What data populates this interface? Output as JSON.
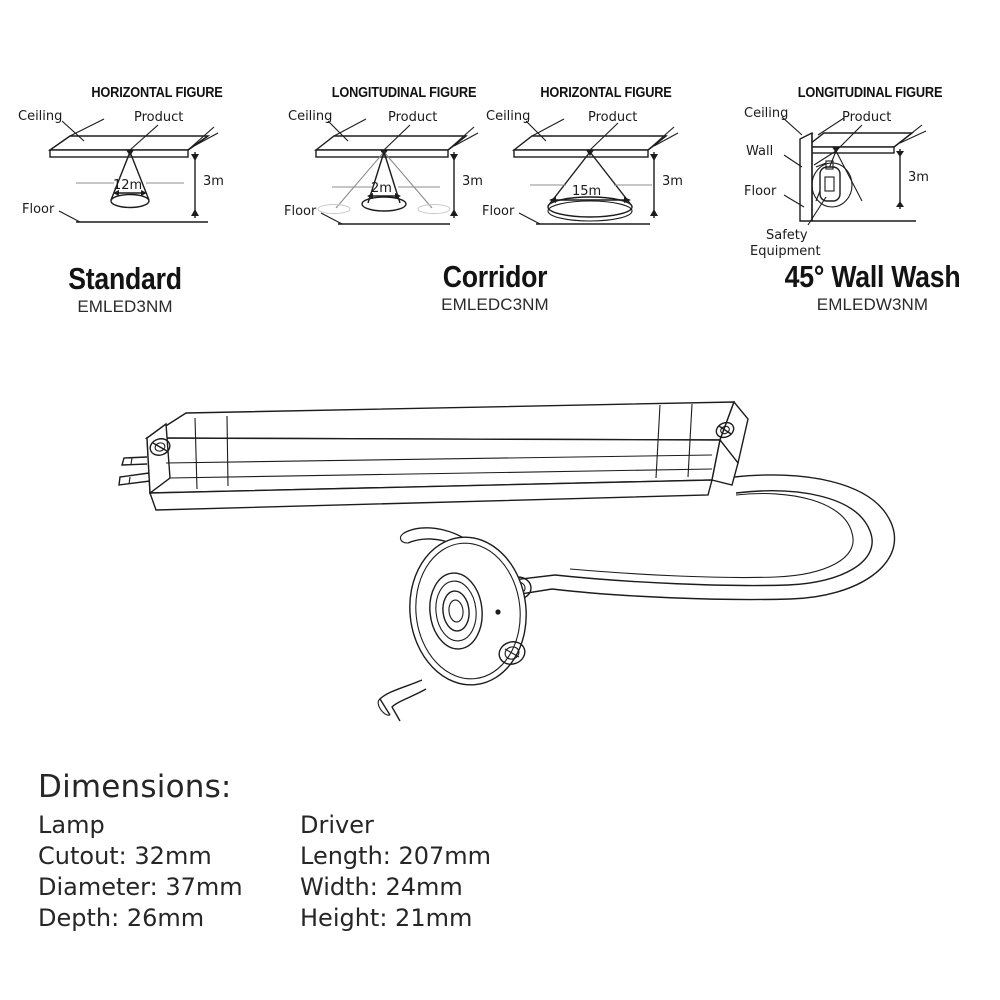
{
  "background_color": "#ffffff",
  "line_color": "#1c1c1c",
  "patterns": {
    "panels": [
      {
        "id": "standard",
        "header": "HORIZONTAL FIGURE",
        "labels": {
          "ceiling": "Ceiling",
          "product": "Product",
          "floor": "Floor",
          "width": "12m",
          "height": "3m"
        }
      },
      {
        "id": "corridor-longitudinal",
        "header": "LONGITUDINAL FIGURE",
        "labels": {
          "ceiling": "Ceiling",
          "product": "Product",
          "floor": "Floor",
          "width": "2m",
          "height": "3m"
        }
      },
      {
        "id": "corridor-horizontal",
        "header": "HORIZONTAL FIGURE",
        "labels": {
          "ceiling": "Ceiling",
          "product": "Product",
          "floor": "Floor",
          "width": "15m",
          "height": "3m"
        }
      },
      {
        "id": "wallwash-longitudinal",
        "header": "LONGITUDINAL FIGURE",
        "labels": {
          "ceiling": "Ceiling",
          "product": "Product",
          "wall": "Wall",
          "floor": "Floor",
          "safety_line1": "Safety",
          "safety_line2": "Equipment",
          "height": "3m"
        }
      }
    ]
  },
  "families": [
    {
      "id": "standard",
      "name": "Standard",
      "code": "EMLED3NM"
    },
    {
      "id": "corridor",
      "name": "Corridor",
      "code": "EMLEDC3NM"
    },
    {
      "id": "wallwash",
      "name": "45° Wall Wash",
      "code": "EMLEDW3NM"
    }
  ],
  "product_drawing": {
    "description": "Line drawing of LED driver box with cable loop and round recessed downlight with spring clips"
  },
  "dimensions": {
    "title": "Dimensions:",
    "lamp": {
      "heading": "Lamp",
      "rows": [
        "Cutout: 32mm",
        "Diameter: 37mm",
        "Depth: 26mm"
      ]
    },
    "driver": {
      "heading": "Driver",
      "rows": [
        "Length: 207mm",
        "Width: 24mm",
        "Height: 21mm"
      ]
    }
  }
}
